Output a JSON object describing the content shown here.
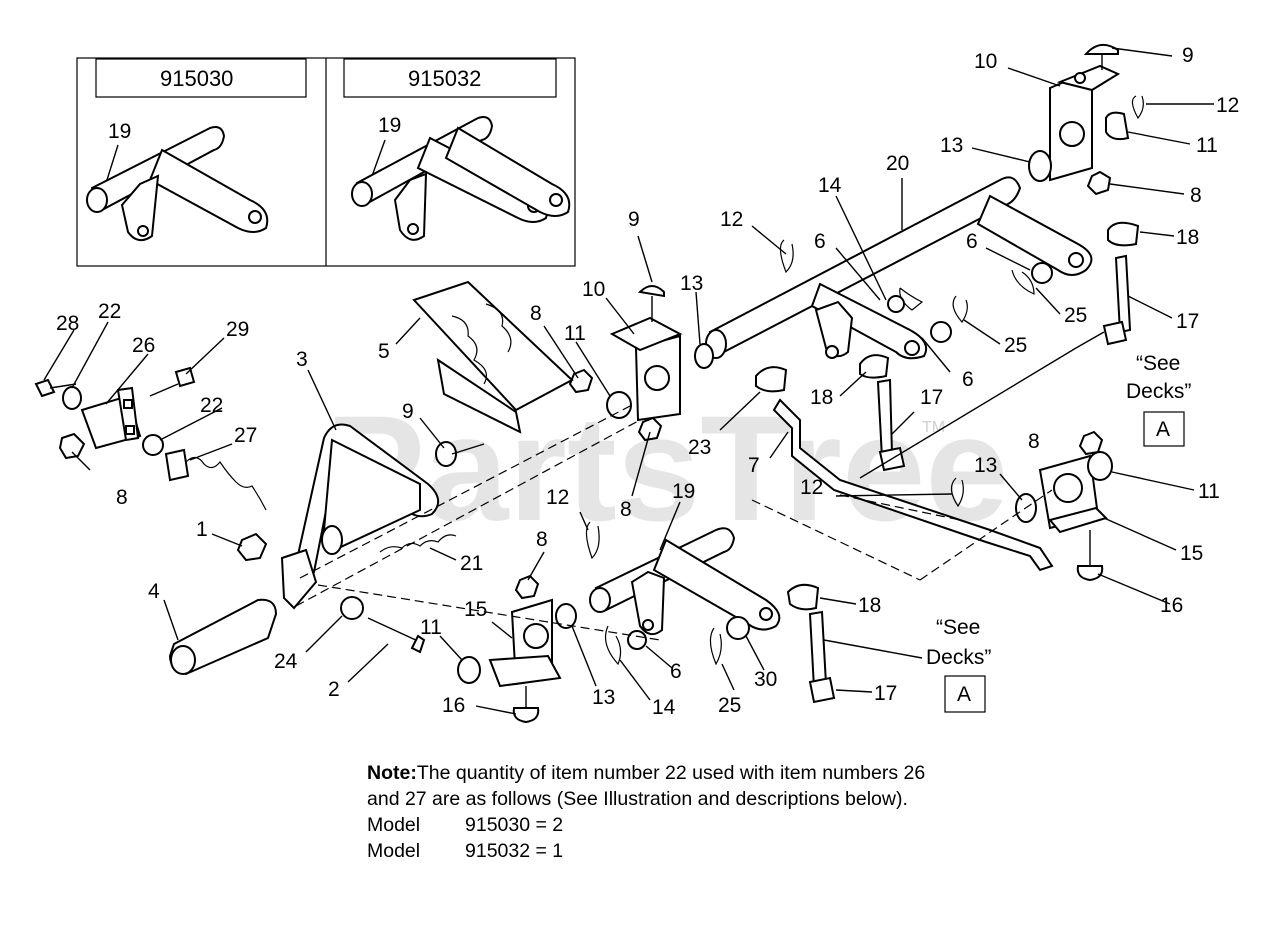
{
  "insets": [
    {
      "model": "915030",
      "callout": "19"
    },
    {
      "model": "915032",
      "callout": "19"
    }
  ],
  "watermark": {
    "text": "PartsTree",
    "tm": "TM"
  },
  "callouts": [
    "9",
    "10",
    "12",
    "11",
    "13",
    "8",
    "20",
    "14",
    "18",
    "6",
    "6",
    "25",
    "25",
    "17",
    "12",
    "9",
    "13",
    "10",
    "8",
    "11",
    "6",
    "28",
    "22",
    "26",
    "29",
    "5",
    "3",
    "22",
    "27",
    "8",
    "9",
    "18",
    "17",
    "23",
    "7",
    "8",
    "13",
    "11",
    "12",
    "19",
    "8",
    "21",
    "1",
    "15",
    "15",
    "4",
    "24",
    "2",
    "11",
    "16",
    "16",
    "8",
    "6",
    "14",
    "13",
    "18",
    "30",
    "25",
    "17",
    "12"
  ],
  "see_decks": [
    {
      "line1": "“See",
      "line2": "Decks”",
      "ref": "A"
    },
    {
      "line1": "“See",
      "line2": "Decks”",
      "ref": "A"
    }
  ],
  "note": {
    "label": "Note:",
    "text": "The quantity of item number 22 used with item numbers 26 and 27 are as follows (See Illustration and descriptions below).",
    "models": [
      {
        "label": "Model",
        "value": "915030 = 2"
      },
      {
        "label": "Model",
        "value": "915032 = 1"
      }
    ]
  }
}
